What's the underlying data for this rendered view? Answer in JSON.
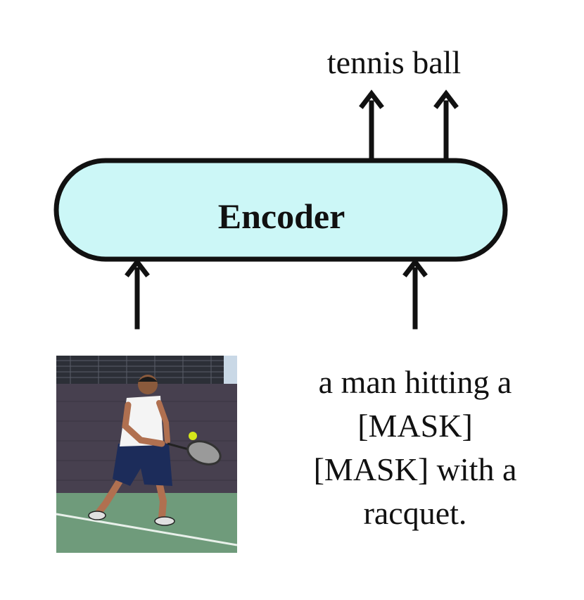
{
  "diagram": {
    "output_label": "tennis ball",
    "encoder_label": "Encoder",
    "caption": "a man hitting a\n[MASK]\n[MASK] with a\nracquet.",
    "colors": {
      "encoder_fill": "#ccf7f7",
      "stroke": "#111111",
      "court": "#6f9b7b",
      "wall": "#47404f",
      "shirt": "#f4f4f4",
      "shorts": "#1c2c5a",
      "ball": "#d6e71a"
    },
    "image": {
      "description_icon": "tennis-player-photo"
    }
  }
}
